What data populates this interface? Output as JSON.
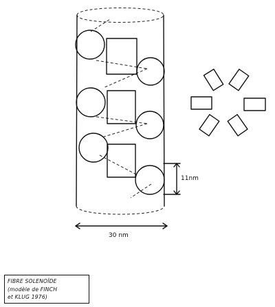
{
  "labels": {
    "width": "30 nm",
    "height": "11nm"
  },
  "caption": {
    "line1": "FIBRE SOLENOÏDE",
    "line2": "(modèle de FINCH",
    "line3": "et KLUG 1976)"
  }
}
